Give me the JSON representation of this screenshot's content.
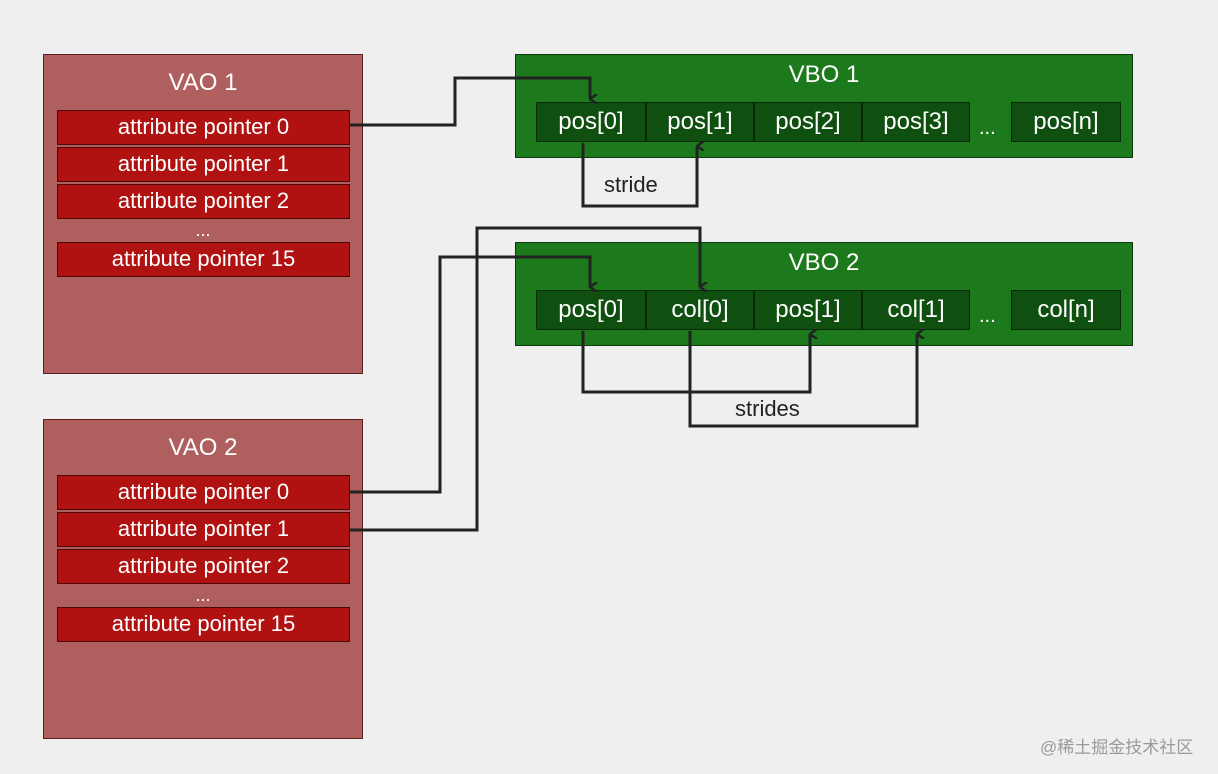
{
  "vaos": [
    {
      "title": "VAO 1",
      "attributes": [
        "attribute pointer 0",
        "attribute pointer 1",
        "attribute pointer 2",
        "attribute pointer 15"
      ],
      "ellipsis": "..."
    },
    {
      "title": "VAO 2",
      "attributes": [
        "attribute pointer 0",
        "attribute pointer 1",
        "attribute pointer 2",
        "attribute pointer 15"
      ],
      "ellipsis": "..."
    }
  ],
  "vbos": [
    {
      "title": "VBO 1",
      "cells": [
        "pos[0]",
        "pos[1]",
        "pos[2]",
        "pos[3]",
        "pos[n]"
      ],
      "ellipsis": "...",
      "label": "stride"
    },
    {
      "title": "VBO 2",
      "cells": [
        "pos[0]",
        "col[0]",
        "pos[1]",
        "col[1]",
        "col[n]"
      ],
      "ellipsis": "...",
      "label": "strides"
    }
  ],
  "watermark": "@稀土掘金技术社区",
  "colors": {
    "vao_bg": "#b05f5f",
    "attr_bg": "#b01212",
    "vbo_bg": "#1c7a1c",
    "cell_bg": "#0f4f0f",
    "line": "#222222",
    "background": "#efefef"
  }
}
